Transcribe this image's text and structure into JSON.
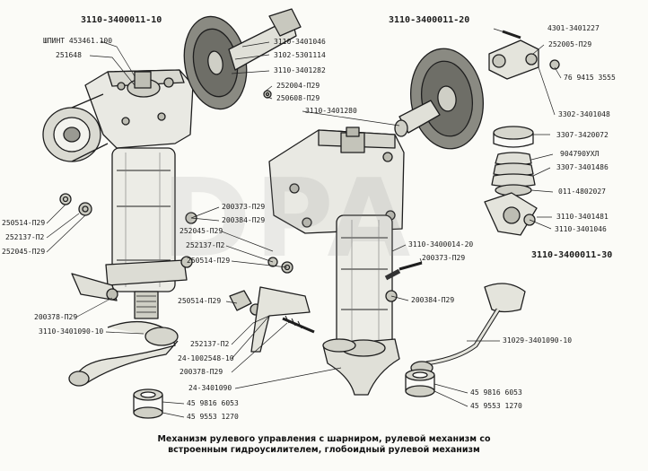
{
  "headers": {
    "assembly_left": "3110-3400011-10",
    "assembly_right": "3110-3400011-20",
    "assembly_bottom_right": "3110-3400011-30"
  },
  "watermark": "DPA",
  "labels": [
    {
      "id": "lbl-01",
      "text": "ШПИНТ 453461.100"
    },
    {
      "id": "lbl-02",
      "text": "251648"
    },
    {
      "id": "lbl-03",
      "text": "3110-3401046"
    },
    {
      "id": "lbl-04",
      "text": "3102-5301114"
    },
    {
      "id": "lbl-05",
      "text": "3110-3401282"
    },
    {
      "id": "lbl-06",
      "text": "252004-П29"
    },
    {
      "id": "lbl-07",
      "text": "250608-П29"
    },
    {
      "id": "lbl-08",
      "text": "3110-3401280"
    },
    {
      "id": "lbl-09",
      "text": "4301-3401227"
    },
    {
      "id": "lbl-10",
      "text": "252005-П29"
    },
    {
      "id": "lbl-11",
      "text": "76 9415 3555"
    },
    {
      "id": "lbl-12",
      "text": "3302-3401048"
    },
    {
      "id": "lbl-13",
      "text": "3307-3420072"
    },
    {
      "id": "lbl-14",
      "text": "904790УХЛ"
    },
    {
      "id": "lbl-15",
      "text": "3307-3401486"
    },
    {
      "id": "lbl-16",
      "text": "011-4802027"
    },
    {
      "id": "lbl-17",
      "text": "3110-3401481"
    },
    {
      "id": "lbl-18",
      "text": "3110-3401046"
    },
    {
      "id": "lbl-19",
      "text": "200373-П29"
    },
    {
      "id": "lbl-20",
      "text": "200384-П29"
    },
    {
      "id": "lbl-21",
      "text": "250514-П29"
    },
    {
      "id": "lbl-22",
      "text": "252137-П2"
    },
    {
      "id": "lbl-23",
      "text": "252045-П29"
    },
    {
      "id": "lbl-24",
      "text": "252045-П29"
    },
    {
      "id": "lbl-25",
      "text": "252137-П2"
    },
    {
      "id": "lbl-26",
      "text": "250514-П29"
    },
    {
      "id": "lbl-27",
      "text": "3110-3400014-20"
    },
    {
      "id": "lbl-28",
      "text": "200373-П29"
    },
    {
      "id": "lbl-29",
      "text": "200378-П29"
    },
    {
      "id": "lbl-30",
      "text": "3110-3401090-10"
    },
    {
      "id": "lbl-31",
      "text": "250514-П29"
    },
    {
      "id": "lbl-32",
      "text": "200384-П29"
    },
    {
      "id": "lbl-33",
      "text": "252137-П2"
    },
    {
      "id": "lbl-34",
      "text": "24-1002548-10"
    },
    {
      "id": "lbl-35",
      "text": "200378-П29"
    },
    {
      "id": "lbl-36",
      "text": "24-3401090"
    },
    {
      "id": "lbl-37",
      "text": "31029-3401090-10"
    },
    {
      "id": "lbl-38",
      "text": "45 9816 6053"
    },
    {
      "id": "lbl-39",
      "text": "45 9553 1270"
    },
    {
      "id": "lbl-40",
      "text": "45 9816 6053"
    },
    {
      "id": "lbl-41",
      "text": "45 9553 1270"
    }
  ],
  "caption": [
    "Механизм рулевого управления с шарниром, рулевой механизм со",
    "встроенным гидроусилителем, глобоидный рулевой механизм"
  ]
}
